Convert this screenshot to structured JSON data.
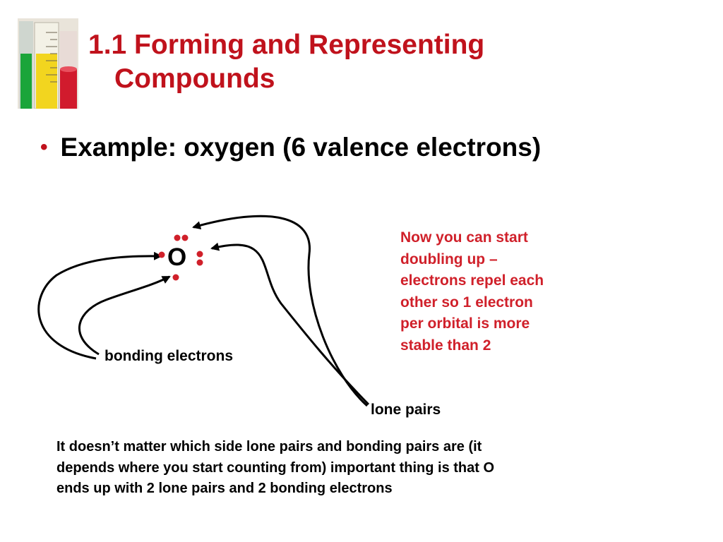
{
  "title": {
    "line1": "1.1 Forming and Representing",
    "line2": "Compounds"
  },
  "bullet": {
    "text": "Example: oxygen (6 valence electrons)"
  },
  "diagram": {
    "atom_symbol": "O",
    "bonding_label": "bonding electrons",
    "lone_label": "lone pairs",
    "dot_color": "#d0202a"
  },
  "note": {
    "lines": [
      "Now you can start",
      "doubling up –",
      "electrons repel each",
      "other so 1 electron",
      "per orbital is more",
      "stable than 2"
    ]
  },
  "footer": {
    "lines": [
      "It doesn’t matter which side lone pairs and bonding pairs are (it",
      "depends where you start counting from) important thing is that O",
      "ends up with 2 lone pairs and 2 bonding electrons"
    ]
  },
  "colors": {
    "title": "#c0121c",
    "note": "#d0202a",
    "text": "#000000"
  }
}
